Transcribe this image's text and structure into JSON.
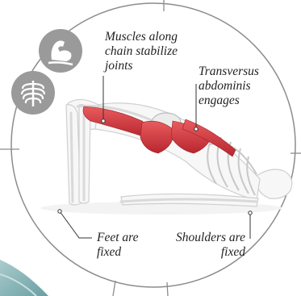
{
  "icons": {
    "muscle_badge": "flexed-arm-icon",
    "ribcage_badge": "ribcage-icon"
  },
  "colors": {
    "frame": "#8c8c8c",
    "badge": "#9a9a9a",
    "muscle": "#d8343f",
    "bone": "#f1f1f1",
    "teal_corner": "#6fa5a8"
  },
  "labels": {
    "muscles": "Muscles along\nchain stabilize\njoints",
    "transversus": "Transversus\nabdominis\nengages",
    "feet": "Feet are\nfixed",
    "shoulders": "Shoulders are\nfixed"
  }
}
